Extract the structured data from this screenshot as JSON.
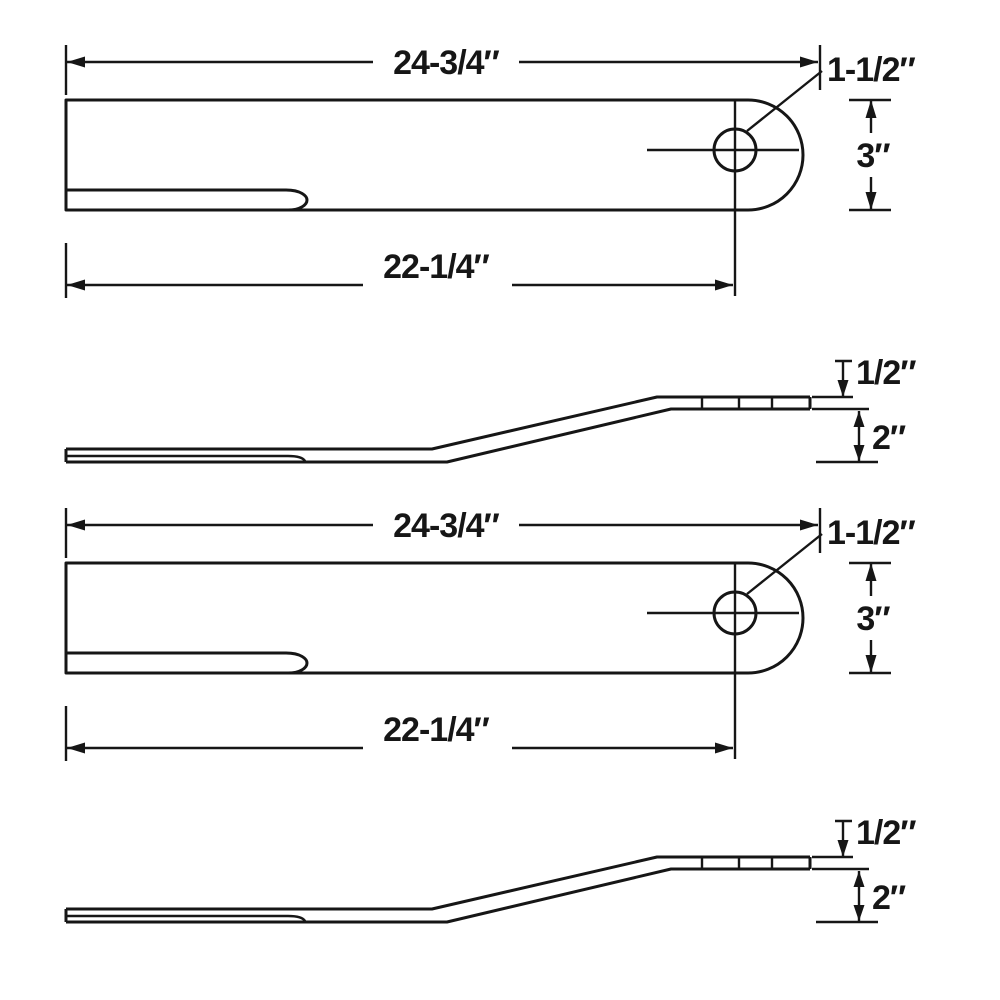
{
  "drawing": {
    "background": "#ffffff",
    "line_color": "#161616",
    "instances": 2,
    "top_view": {
      "overall_length": "24-3/4″",
      "hole_offset": "22-1/4″",
      "hole_diameter": "1-1/2″",
      "blade_width": "3″"
    },
    "side_view": {
      "tip_thickness": "1/2″",
      "lift_height": "2″"
    }
  }
}
